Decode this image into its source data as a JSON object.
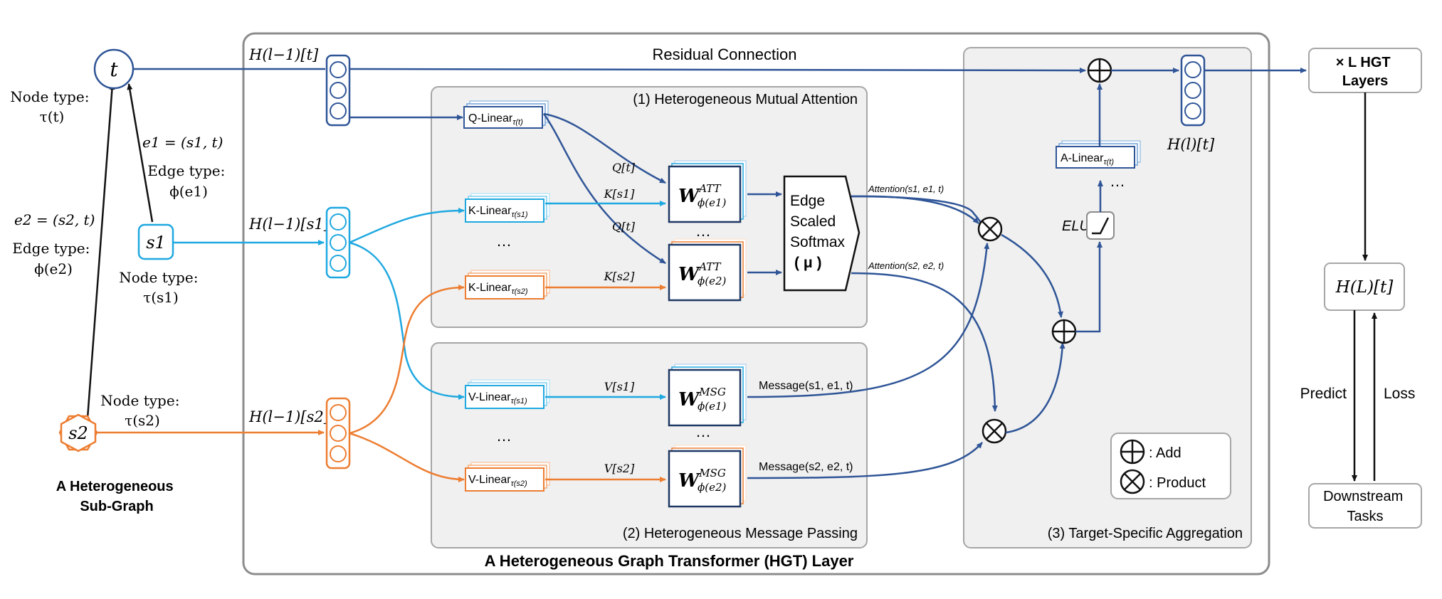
{
  "graph": {
    "node_t": "t",
    "node_s1": "s1",
    "node_s2": "s2",
    "node_type_t": [
      "Node type:",
      "τ(t)"
    ],
    "e1": "e1 = (s1, t)",
    "edge_type_e1": [
      "Edge type:",
      "ϕ(e1)"
    ],
    "e2": "e2 = (s2, t)",
    "edge_type_e2": [
      "Edge type:",
      "ϕ(e2)"
    ],
    "node_type_s1": [
      "Node type:",
      "τ(s1)"
    ],
    "node_type_s2": [
      "Node type:",
      "τ(s2)"
    ],
    "caption": [
      "A Heterogeneous",
      "Sub-Graph"
    ]
  },
  "layer": {
    "title": "A Heterogeneous Graph Transformer (HGT) Layer",
    "h_t": "H(l−1)[t]",
    "h_s1": "H(l−1)[s1]",
    "h_s2": "H(l−1)[s2]",
    "residual": "Residual Connection",
    "attention_panel": "(1) Heterogeneous Mutual Attention",
    "message_panel": "(2) Heterogeneous Message Passing",
    "aggregation_panel": "(3) Target-Specific Aggregation",
    "q_linear": "Q-Linear",
    "q_linear_sub": "τ(t)",
    "k_linear": "K-Linear",
    "v_linear": "V-Linear",
    "a_linear": "A-Linear",
    "a_linear_sub": "τ(t)",
    "sub_s1": "τ(s1)",
    "sub_s2": "τ(s2)",
    "q_label": "Q[t]",
    "k1_label": "K[s1]",
    "k2_label": "K[s2]",
    "v1_label": "V[s1]",
    "v2_label": "V[s2]",
    "w_att": "W",
    "w_att_sup": "ATT",
    "w_msg": "W",
    "w_msg_sup": "MSG",
    "w_sub1": "ϕ(e1)",
    "w_sub2": "ϕ(e2)",
    "softmax": [
      "Edge",
      "Scaled",
      "Softmax",
      "( μ )"
    ],
    "attention1": "Attention(s1, e1, t)",
    "attention2": "Attention(s2, e2, t)",
    "message1": "Message(s1, e1, t)",
    "message2": "Message(s2, e2, t)",
    "elu": "ELU",
    "h_out": "H(l)[t]",
    "ellipsis": "…",
    "legend_add": ": Add",
    "legend_product": ": Product"
  },
  "right": {
    "layers": [
      "× L HGT",
      "Layers"
    ],
    "h_final": "H(L)[t]",
    "predict": "Predict",
    "loss": "Loss",
    "downstream": [
      "Downstream",
      "Tasks"
    ]
  },
  "colors": {
    "dark_blue": "#2f5597",
    "light_blue": "#1fa8e0",
    "orange": "#ed7d31",
    "panel_fill": "#f0f0f0",
    "panel_stroke": "#a6a6a6"
  },
  "icons": [
    "add-icon",
    "product-icon",
    "elu-icon",
    "arrow-icon"
  ]
}
